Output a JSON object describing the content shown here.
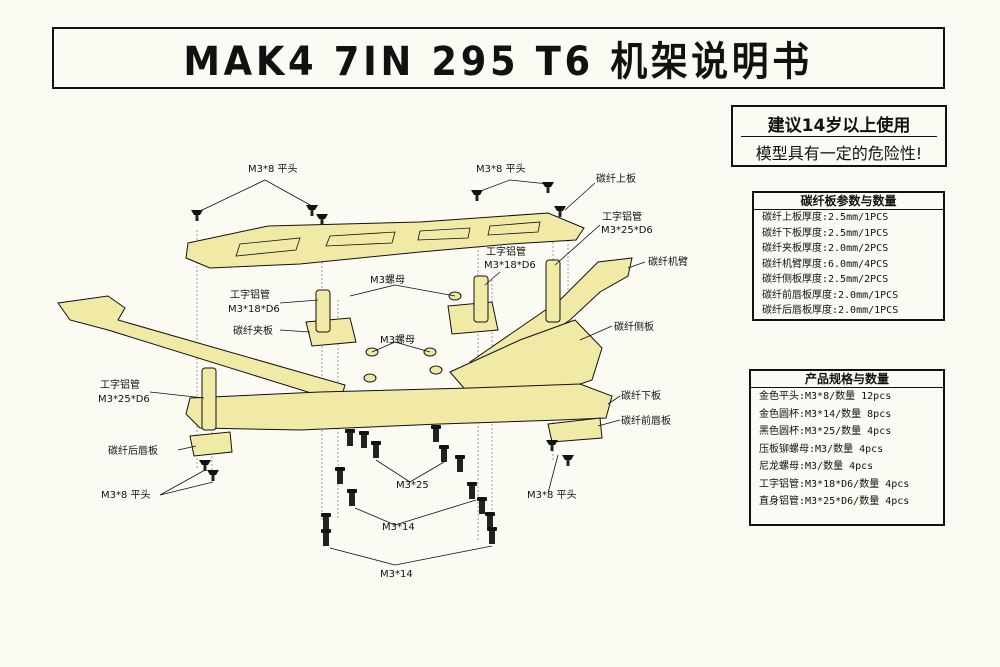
{
  "header": {
    "title": "MAK4 7IN 295 T6 机架说明书"
  },
  "warning": {
    "line1": "建议14岁以上使用",
    "line2": "模型具有一定的危险性!"
  },
  "params_table": {
    "header": "碳纤板参数与数量",
    "rows": [
      "碳纤上板厚度:2.5mm/1PCS",
      "碳纤下板厚度:2.5mm/1PCS",
      "碳纤夹板厚度:2.0mm/2PCS",
      "碳纤机臂厚度:6.0mm/4PCS",
      "碳纤侧板厚度:2.5mm/2PCS",
      "碳纤前唇板厚度:2.0mm/1PCS",
      "碳纤后唇板厚度:2.0mm/1PCS"
    ]
  },
  "spec_table": {
    "header": "产品规格与数量",
    "rows": [
      "金色平头:M3*8/数量 12pcs",
      "金色圆杯:M3*14/数量 8pcs",
      "黑色圆杯:M3*25/数量 4pcs",
      "压板铆螺母:M3/数量 4pcs",
      "尼龙螺母:M3/数量 4pcs",
      "工字铝管:M3*18*D6/数量 4pcs",
      "直身铝管:M3*25*D6/数量 4pcs"
    ]
  },
  "diagram": {
    "labels": {
      "m3x8_top_left": "M3*8 平头",
      "m3x8_top_right": "M3*8 平头",
      "top_plate": "碳纤上板",
      "standoff_right_top": "工字铝管",
      "standoff_right_top_size": "M3*25*D6",
      "standoff_mid": "工字铝管",
      "standoff_mid_size": "M3*18*D6",
      "arm": "碳纤机臂",
      "nut_top": "M3螺母",
      "standoff_left": "工字铝管",
      "standoff_left_size": "M3*18*D6",
      "clamp_plate": "碳纤夹板",
      "side_plate": "碳纤侧板",
      "nut_mid": "M3螺母",
      "standoff_left_low": "工字铝管",
      "standoff_left_low_size": "M3*25*D6",
      "bottom_plate": "碳纤下板",
      "front_lip": "碳纤前唇板",
      "rear_lip": "碳纤后唇板",
      "m3x8_bottom_left": "M3*8 平头",
      "m3x25": "M3*25",
      "m3x8_bottom_right": "M3*8 平头",
      "m3x14_a": "M3*14",
      "m3x14_b": "M3*14"
    }
  },
  "colors": {
    "plate": "#f1e9a6",
    "ink": "#111111",
    "paper": "#fbfbf4"
  }
}
